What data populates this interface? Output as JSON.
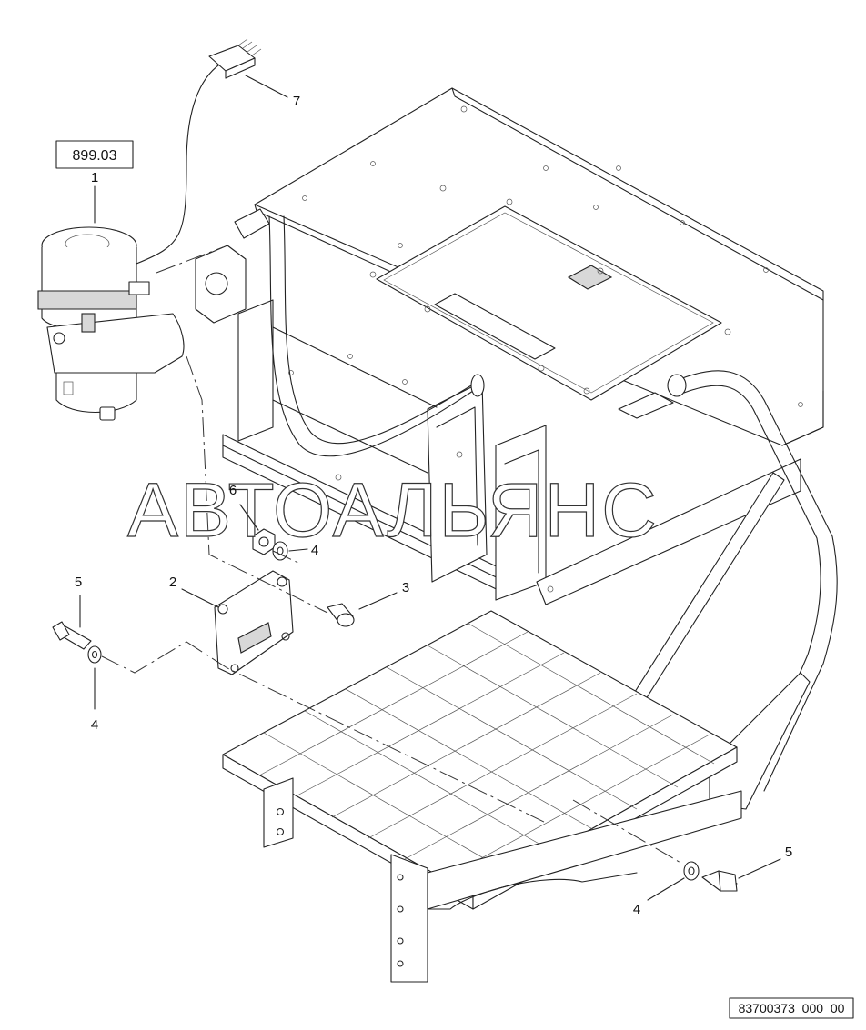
{
  "reference_box": "899.03",
  "watermark": "АВТОАЛЬЯНС",
  "drawing_id": "83700373_000_00",
  "callouts": {
    "c1": "1",
    "c2": "2",
    "c3": "3",
    "c4a": "4",
    "c4b": "4",
    "c4c": "4",
    "c5a": "5",
    "c5b": "5",
    "c6": "6",
    "c7": "7"
  }
}
